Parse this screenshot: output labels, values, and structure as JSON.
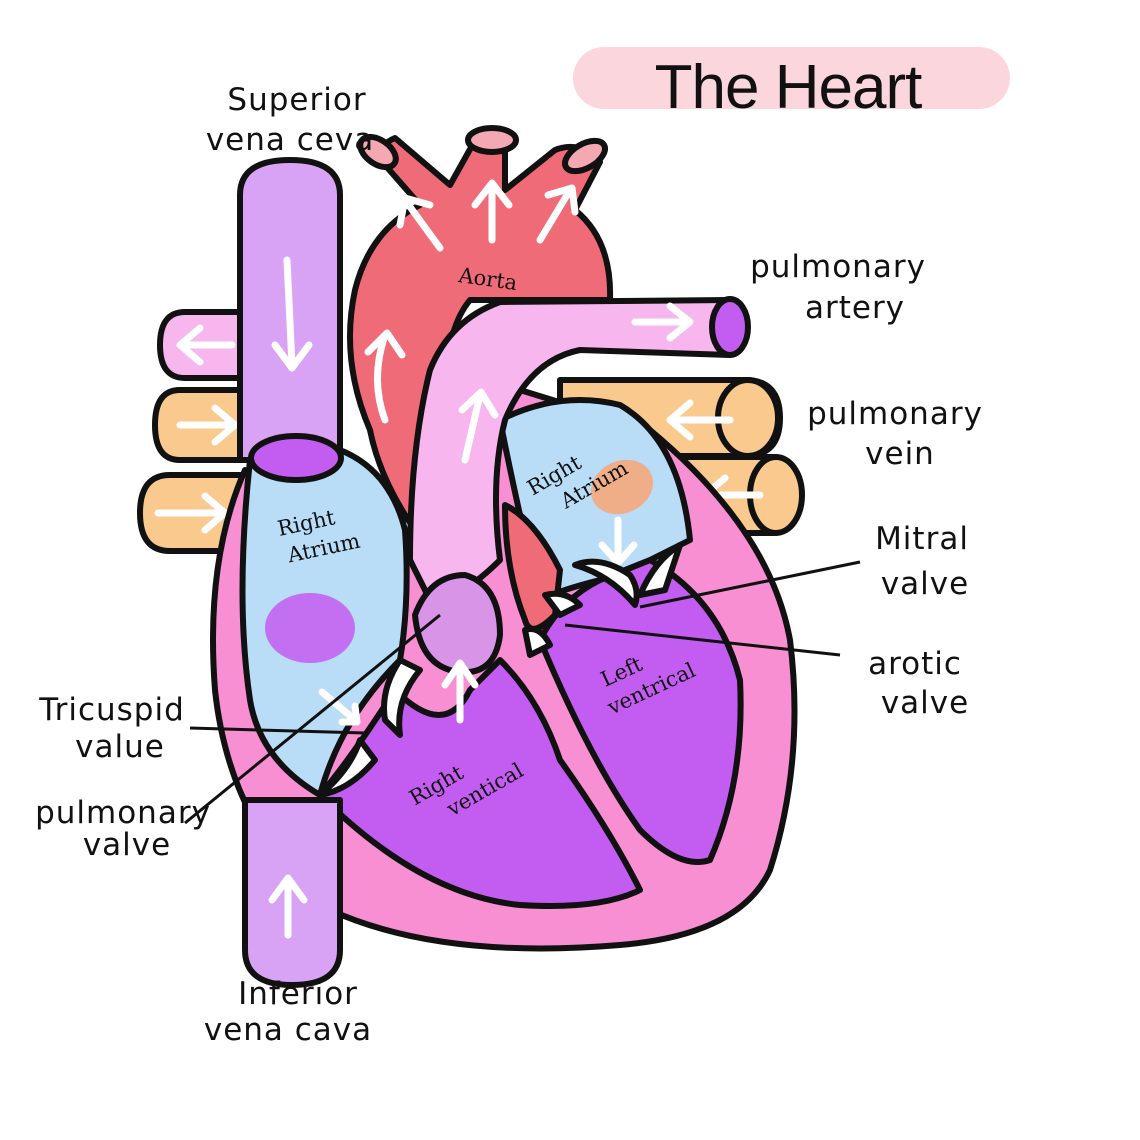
{
  "title": "The Heart",
  "labels": {
    "superior_vena_cava": [
      "Superior",
      "vena ceva"
    ],
    "inferior_vena_cava": [
      "Inferior",
      "vena cava"
    ],
    "aorta": "Aorta",
    "pulmonary_artery": [
      "pulmonary",
      "artery"
    ],
    "pulmonary_vein": [
      "pulmonary",
      "vein"
    ],
    "mitral_valve": [
      "Mitral",
      "valve"
    ],
    "arotic_valve": [
      "arotic",
      "valve"
    ],
    "tricuspid_valve": [
      "Tricuspid",
      "value"
    ],
    "pulmonary_valve": [
      "pulmonary",
      "valve"
    ],
    "right_atrium_left": [
      "Right",
      "Atrium"
    ],
    "right_atrium_right": [
      "Right",
      "Atrium"
    ],
    "right_ventricle": [
      "Right",
      "ventical"
    ],
    "left_ventricle": [
      "Left",
      "ventrical"
    ]
  },
  "colors": {
    "title_banner": "#fbd6dd",
    "aorta": "#f06b78",
    "vena_cava": "#d9a3f5",
    "pulmonary_artery": "#f7b6ee",
    "pulmonary_vein": "#f9c98d",
    "atrium": "#b9dcf7",
    "ventricle": "#c35cf0",
    "heart_wall": "#f78fd2",
    "outline": "#111111"
  }
}
